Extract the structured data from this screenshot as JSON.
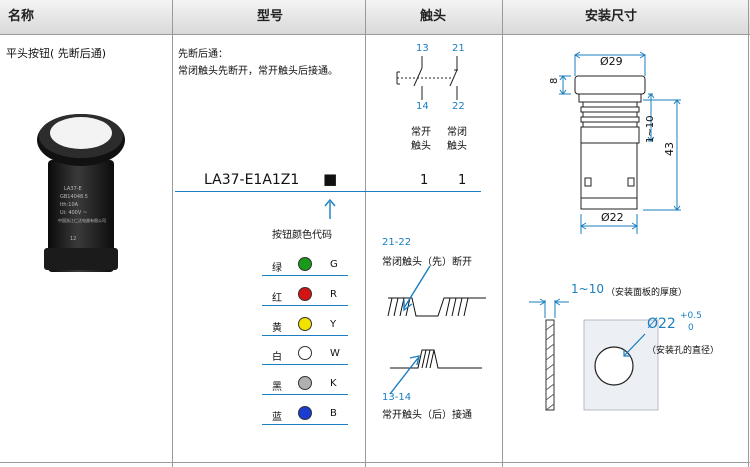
{
  "header": {
    "col_name": "名称",
    "col_model": "型号",
    "col_contact": "触头",
    "col_size": "安装尺寸"
  },
  "product": {
    "name": "平头按钮( 先断后通)",
    "desc_title": "先断后通：",
    "desc_text": "常闭触头先断开，常开触头后接通。",
    "model_code": "LA37-E1A1Z1",
    "model_box": "■",
    "contact_count_no": "1",
    "contact_count_nc": "1",
    "color_code_label": "按钮颜色代码"
  },
  "button_print": {
    "l1": "LA37-E",
    "l2": "GB14048.5",
    "l3": "Ith:10A",
    "l4": "Ui: 400V  ~",
    "l5": "中国浙江仁达电器有限公司",
    "l6": "12"
  },
  "colors": [
    {
      "cn": "绿",
      "code": "G",
      "fill": "#1a9a1a"
    },
    {
      "cn": "红",
      "code": "R",
      "fill": "#d41414"
    },
    {
      "cn": "黄",
      "code": "Y",
      "fill": "#f2e200"
    },
    {
      "cn": "白",
      "code": "W",
      "fill": "#ffffff"
    },
    {
      "cn": "黑",
      "code": "K",
      "fill": "#b0b0b0"
    },
    {
      "cn": "蓝",
      "code": "B",
      "fill": "#1a3ccf"
    }
  ],
  "contact_diagram": {
    "t13": "13",
    "t21": "21",
    "t14": "14",
    "t22": "22",
    "no_label_1": "常开",
    "no_label_2": "触头",
    "nc_label_1": "常闭",
    "nc_label_2": "触头"
  },
  "timing": {
    "nc_ref": "21-22",
    "nc_text": "常闭触头（先）断开",
    "no_ref": "13-14",
    "no_text": "常开触头（后）接通"
  },
  "dimensions": {
    "d_top": "Ø29",
    "h_top": "8",
    "h_range": "1~10",
    "h_total": "43",
    "d_bottom": "Ø22",
    "panel_range": "1~10",
    "panel_note": "（安装面板的厚度）",
    "hole_d": "Ø22",
    "hole_tol_up": "+0.5",
    "hole_tol_low": "0",
    "hole_note": "（安装孔的直径）"
  },
  "accent": "#1a7ec0"
}
